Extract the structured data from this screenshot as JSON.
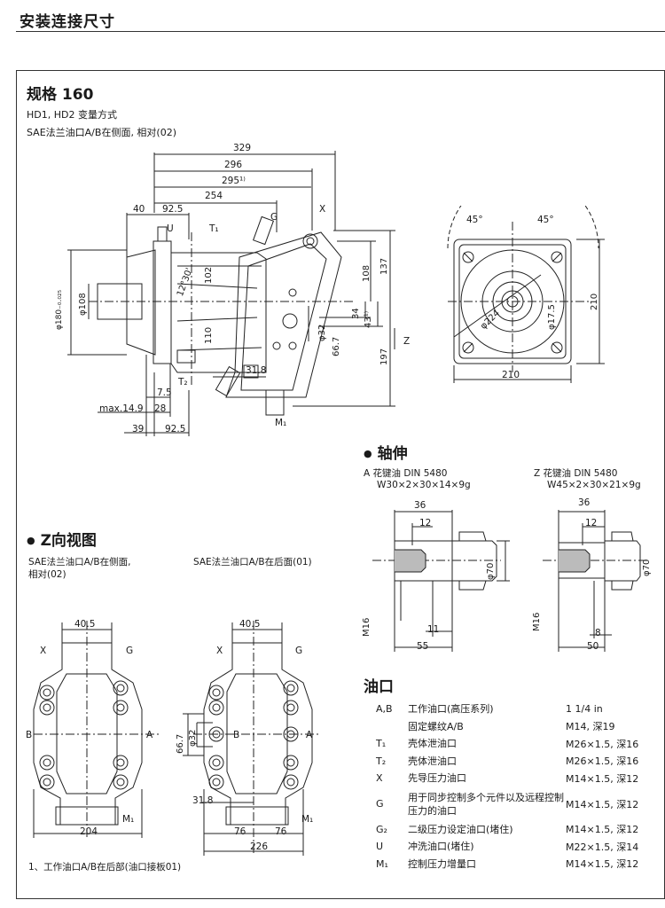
{
  "page": {
    "title": "安装连接尺寸"
  },
  "spec": {
    "title": "规格 160",
    "line1": "HD1, HD2  变量方式",
    "line2": "SAE法兰油口A/B在侧面, 相对(02)"
  },
  "main_view": {
    "dims_top": [
      "329",
      "296",
      "295¹⁾",
      "254"
    ],
    "dim_40": "40",
    "dim_925_top": "92.5",
    "port_u": "U",
    "port_t1": "T₁",
    "port_t2": "T₂",
    "port_g": "G",
    "port_x": "X",
    "port_m1": "M₁",
    "dia_180": "φ180₋₀.₀₂₅",
    "dia_108": "φ108",
    "dim_102": "102",
    "dim_110": "110",
    "angle": "12°30'",
    "dim_108": "108",
    "dim_137": "137",
    "dim_34": "34",
    "dim_43": "43¹⁾",
    "dim_667": "66.7",
    "dia_32": "φ32",
    "dim_197": "197",
    "dim_318": "31.8",
    "dim_75": "7.5",
    "dim_max": "max.14.9",
    "dim_28": "28",
    "dim_39": "39",
    "dim_925_bot": "92.5",
    "arrow_z": "Z"
  },
  "front_view": {
    "angle_left": "45°",
    "angle_right": "45°",
    "dia_224": "φ224",
    "dia_175": "φ17.5",
    "dim_210_v": "210",
    "dim_210_h": "210"
  },
  "shaft": {
    "heading": "轴伸",
    "a_label": "A  花键油 DIN 5480",
    "a_spec": "W30×2×30×14×9g",
    "z_label": "Z  花键油 DIN 5480",
    "z_spec": "W45×2×30×21×9g",
    "a_dims": {
      "d36": "36",
      "d12": "12",
      "d11": "11",
      "d55": "55",
      "d70": "φ70",
      "m16": "M16"
    },
    "z_dims": {
      "d36": "36",
      "d12": "12",
      "d8": "8",
      "d50": "50",
      "d70": "φ70",
      "m16": "M16"
    }
  },
  "z_view": {
    "heading": "Z向视图",
    "left_caption": "SAE法兰油口A/B在侧面,\n相对(02)",
    "right_caption": "SAE法兰油口A/B在后面(01)",
    "left": {
      "d405": "40.5",
      "x": "X",
      "g": "G",
      "b": "B",
      "a": "A",
      "m1": "M₁",
      "d204": "204"
    },
    "right": {
      "d405": "40.5",
      "x": "X",
      "g": "G",
      "b": "B",
      "a": "A",
      "m1": "M₁",
      "d667": "66.7",
      "d32": "φ32",
      "d318": "31.8",
      "d76a": "76",
      "d76b": "76",
      "d226": "226"
    },
    "footnote": "1、工作油口A/B在后部(油口接板01)"
  },
  "ports": {
    "heading": "油口",
    "rows": [
      {
        "code": "A,B",
        "desc": "工作油口(高压系列)",
        "size": "1 1/4 in"
      },
      {
        "code": "",
        "desc": "固定螺纹A/B",
        "size": "M14, 深19"
      },
      {
        "code": "T₁",
        "desc": "壳体泄油口",
        "size": "M26×1.5, 深16"
      },
      {
        "code": "T₂",
        "desc": "壳体泄油口",
        "size": "M26×1.5, 深16"
      },
      {
        "code": "X",
        "desc": "先导压力油口",
        "size": "M14×1.5, 深12"
      },
      {
        "code": "G",
        "desc": "用于同步控制多个元件以及远程控制压力的油口",
        "size": "M14×1.5, 深12"
      },
      {
        "code": "G₂",
        "desc": "二级压力设定油口(堵住)",
        "size": "M14×1.5, 深12"
      },
      {
        "code": "U",
        "desc": "冲洗油口(堵住)",
        "size": "M22×1.5, 深14"
      },
      {
        "code": "M₁",
        "desc": "控制压力增量口",
        "size": "M14×1.5, 深12"
      }
    ]
  }
}
